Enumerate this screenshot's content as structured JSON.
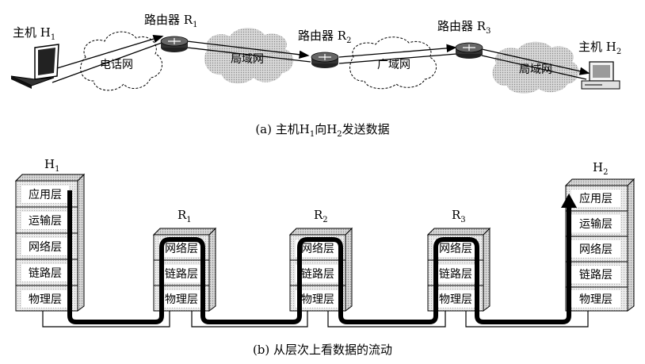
{
  "top": {
    "host1_label": "主机 H",
    "host1_sub": "1",
    "host2_label": "主机 H",
    "host2_sub": "2",
    "router1_label": "路由器 R",
    "router1_sub": "1",
    "router2_label": "路由器 R",
    "router2_sub": "2",
    "router3_label": "路由器 R",
    "router3_sub": "3",
    "cloud_phone": "电话网",
    "cloud_lan1": "局域网",
    "cloud_wan": "广域网",
    "cloud_lan2": "局域网",
    "caption_a_pre": "(a) 主机H",
    "caption_a_s1": "1",
    "caption_a_mid": "向H",
    "caption_a_s2": "2",
    "caption_a_post": "发送数据"
  },
  "bottom": {
    "h1_label": "H",
    "h1_sub": "1",
    "h2_label": "H",
    "h2_sub": "2",
    "r1_label": "R",
    "r1_sub": "1",
    "r2_label": "R",
    "r2_sub": "2",
    "r3_label": "R",
    "r3_sub": "3",
    "layers": {
      "app": "应用层",
      "transport": "运输层",
      "network": "网络层",
      "link": "链路层",
      "physical": "物理层"
    },
    "caption_b": "(b) 从层次上看数据的流动"
  }
}
